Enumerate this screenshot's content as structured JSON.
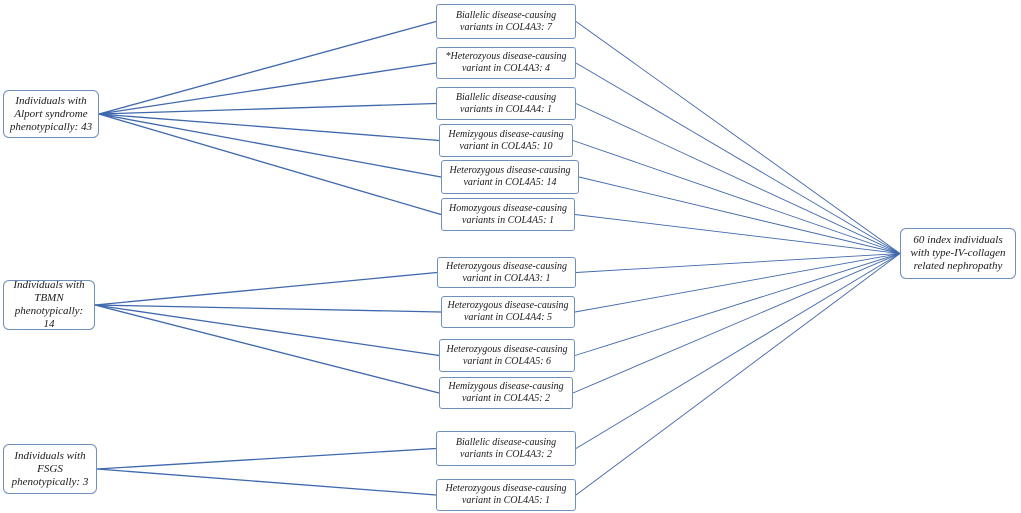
{
  "sources": [
    {
      "id": "alport",
      "label": "Individuals with Alport syndrome phenotypically: 43"
    },
    {
      "id": "tbmn",
      "label": "Individuals with TBMN phenotypically: 14"
    },
    {
      "id": "fsgs",
      "label": "Individuals with FSGS phenotypically: 3"
    }
  ],
  "variants": [
    {
      "id": "v1",
      "group": "alport",
      "label": "Biallelic disease-causing variants in COL4A3: 7"
    },
    {
      "id": "v2",
      "group": "alport",
      "label": "*Heterozyous disease-causing variant in COL4A3: 4"
    },
    {
      "id": "v3",
      "group": "alport",
      "label": "Biallelic disease-causing variants in COL4A4: 1"
    },
    {
      "id": "v4",
      "group": "alport",
      "label": "Hemizygous disease-causing variant in COL4A5: 10"
    },
    {
      "id": "v5",
      "group": "alport",
      "label": "Heterozygous disease-causing variant in COL4A5: 14"
    },
    {
      "id": "v6",
      "group": "alport",
      "label": "Homozygous disease-causing variants in COL4A5: 1"
    },
    {
      "id": "v7",
      "group": "tbmn",
      "label": "Heterozygous disease-causing variant in COL4A3: 1"
    },
    {
      "id": "v8",
      "group": "tbmn",
      "label": "Heterozygous disease-causing variant in COL4A4: 5"
    },
    {
      "id": "v9",
      "group": "tbmn",
      "label": "Heterozygous disease-causing variant in COL4A5: 6"
    },
    {
      "id": "v10",
      "group": "tbmn",
      "label": "Hemizygous disease-causing variant in COL4A5: 2"
    },
    {
      "id": "v11",
      "group": "fsgs",
      "label": "Biallelic disease-causing variants in COL4A3: 2"
    },
    {
      "id": "v12",
      "group": "fsgs",
      "label": "Heterozygous disease-causing variant in COL4A5: 1"
    }
  ],
  "target": {
    "id": "index",
    "label": "60 index individuals with type-IV-collagen related nephropathy"
  },
  "colors": {
    "line": "#3f68ad",
    "border": "#6f90bd"
  }
}
